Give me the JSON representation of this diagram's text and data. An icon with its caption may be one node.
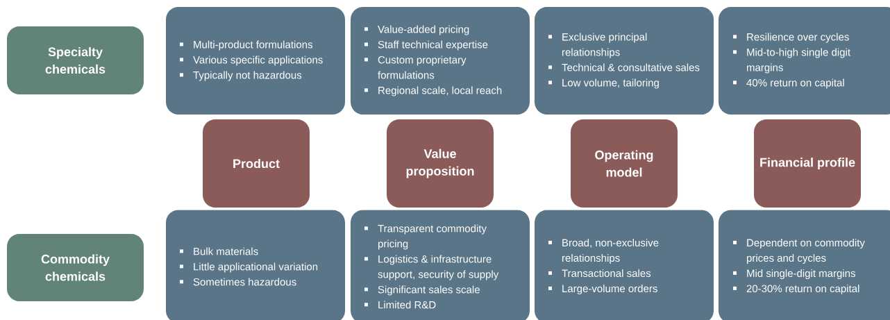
{
  "diagram": {
    "nodes": [
      {
        "text": [
          "Specialty chemicals"
        ]
      },
      {
        "text": [
          "Multi-product formulations",
          "Various specific applications",
          "Typically not hazardous"
        ]
      },
      {
        "text": [
          "Value-added pricing",
          "Staff technical expertise",
          "Custom proprietary formulations",
          "Regional scale, local reach"
        ]
      },
      {
        "text": [
          "Exclusive principal relationships",
          "Technical & consultative sales",
          "Low volume, tailoring"
        ]
      },
      {
        "text": [
          "Resilience over cycles",
          "Mid-to-high single digit margins",
          "40% return on capital"
        ]
      },
      {
        "text": [
          "Product"
        ]
      },
      {
        "text": [
          "Value proposition"
        ]
      },
      {
        "text": [
          "Operating model"
        ]
      },
      {
        "text": [
          "Financial profile"
        ]
      },
      {
        "text": [
          "Commodity chemicals"
        ]
      },
      {
        "text": [
          "Bulk materials",
          "Little applicational variation",
          "Sometimes hazardous"
        ]
      },
      {
        "text": [
          "Transparent commodity pricing",
          "Logistics & infrastructure support, security of supply",
          "Significant sales scale",
          "Limited R&D"
        ]
      },
      {
        "text": [
          "Broad, non-exclusive relationships",
          "Transactional sales",
          "Large-volume orders"
        ]
      },
      {
        "text": [
          "Dependent on commodity prices and cycles",
          "Mid single-digit margins",
          "20-30% return on capital"
        ]
      }
    ]
  }
}
